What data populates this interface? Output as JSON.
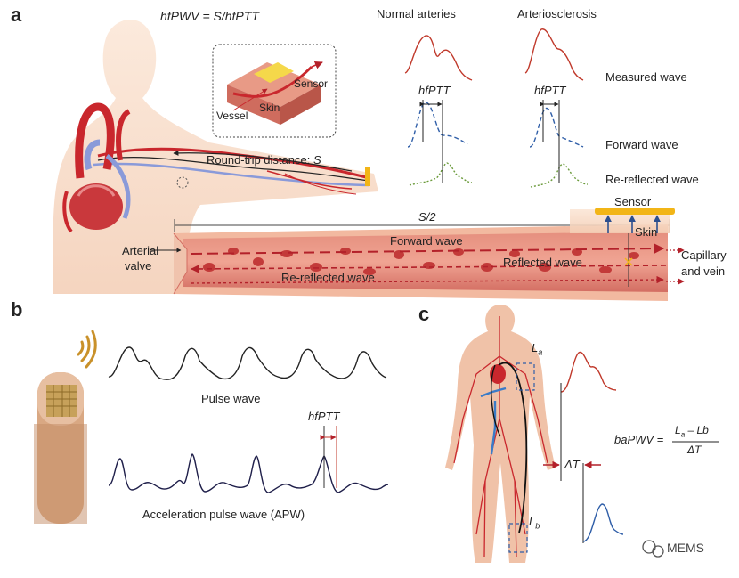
{
  "panel_a": {
    "letter": "a",
    "formula": "hfPWV = S/hfPTT",
    "col_normal": "Normal arteries",
    "col_arterio": "Arteriosclerosis",
    "row_measured": "Measured wave",
    "row_forward": "Forward wave",
    "row_reflected": "Re-reflected wave",
    "hfptt_1": "hfPTT",
    "hfptt_2": "hfPTT",
    "inset_sensor": "Sensor",
    "inset_skin": "Skin",
    "inset_vessel": "Vessel",
    "roundtrip": "Round-trip distance: ",
    "roundtrip_var": "S",
    "half": "S/2",
    "sensor": "Sensor",
    "skin": "Skin",
    "arterial": "Arterial",
    "valve": "valve",
    "forward_wave": "Forward wave",
    "reflected_wave": "Reflected wave",
    "rereflected_wave": "Re-reflected wave",
    "capillary": "Capillary",
    "and_vein": "and vein"
  },
  "panel_b": {
    "letter": "b",
    "pulse_wave": "Pulse wave",
    "hfptt": "hfPTT",
    "apw": "Acceleration pulse wave (APW)"
  },
  "panel_c": {
    "letter": "c",
    "la": "L",
    "la_sub": "a",
    "lb": "L",
    "lb_sub": "b",
    "delta_t": "ΔT",
    "formula_lhs": "baPWV = ",
    "formula_num": "L",
    "formula_num_sub": "a",
    "formula_num_rest": " – Lb",
    "formula_den": "ΔT"
  },
  "watermark": "MEMS",
  "colors": {
    "artery": "#c9272d",
    "vein": "#7c8fd6",
    "wave_red": "#c0392b",
    "wave_blue": "#2f5ea8",
    "wave_green": "#6a9a3a",
    "vessel": "#d9706a",
    "sensor": "#f2b517"
  }
}
